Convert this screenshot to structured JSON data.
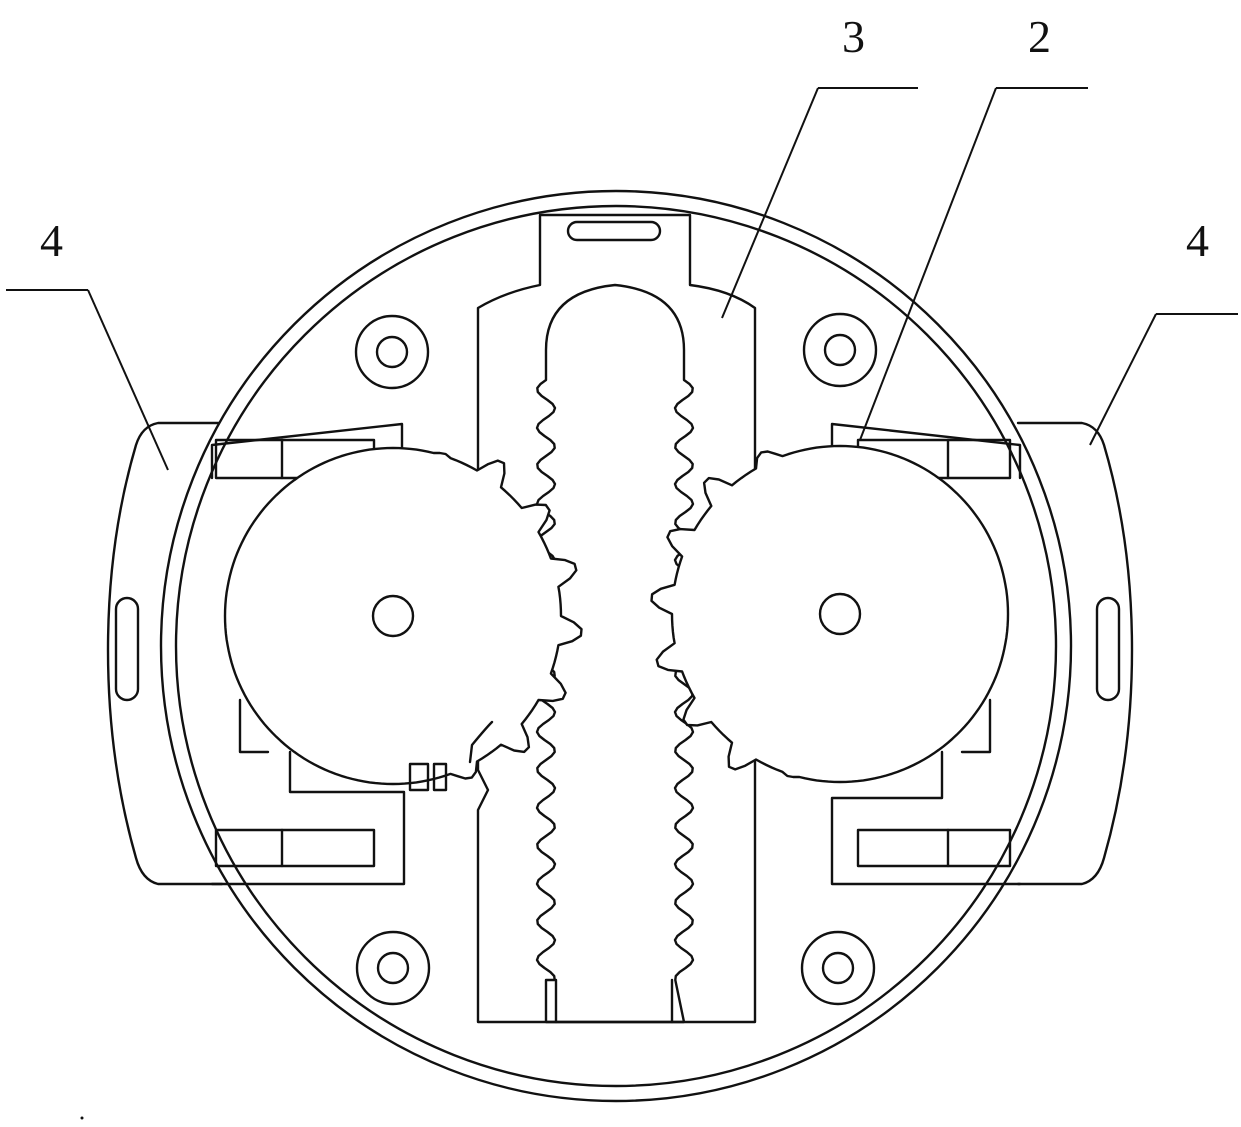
{
  "figure": {
    "callouts": [
      {
        "id": "label-4-left",
        "text": "4"
      },
      {
        "id": "label-3",
        "text": "3"
      },
      {
        "id": "label-2",
        "text": "2"
      },
      {
        "id": "label-4-right",
        "text": "4"
      }
    ]
  },
  "colors": {
    "line": "#111111",
    "background": "#ffffff"
  }
}
